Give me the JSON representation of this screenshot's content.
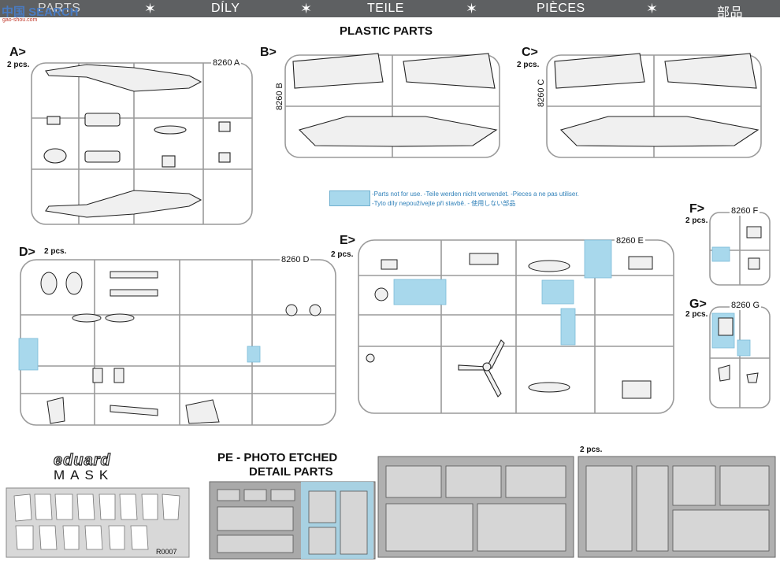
{
  "header": {
    "watermark": "中国 SEARCH",
    "watermark_url": "gao-shou.com",
    "languages": [
      "PARTS",
      "DÍLY",
      "TEILE",
      "PIÈCES",
      "部品"
    ]
  },
  "plastic_title": "PLASTIC PARTS",
  "sprues": {
    "A": {
      "letter": "A>",
      "count": "2 pcs.",
      "code": "8260 A"
    },
    "B": {
      "letter": "B>",
      "code": "8260 B"
    },
    "C": {
      "letter": "C>",
      "count": "2 pcs.",
      "code": "8260 C"
    },
    "D": {
      "letter": "D>",
      "count": "2 pcs.",
      "code": "8260 D"
    },
    "E": {
      "letter": "E>",
      "count": "2 pcs.",
      "code": "8260 E"
    },
    "F": {
      "letter": "F>",
      "count": "2 pcs.",
      "code": "8260 F"
    },
    "G": {
      "letter": "G>",
      "count": "2 pcs.",
      "code": "8260 G"
    }
  },
  "legend": {
    "line1": "-Parts not for use. -Teile werden nicht verwendet. -Pieces a ne pas utiliser.",
    "line2": "-Tyto díly nepoužívejte při stavbě. -  使用しない部品"
  },
  "mask": {
    "brand": "eduard",
    "word": "MASK",
    "code": "R0007"
  },
  "pe": {
    "title_line1": "PE - PHOTO ETCHED",
    "title_line2": "DETAIL PARTS",
    "count": "2 pcs."
  },
  "colors": {
    "highlight": "#a8d8ec",
    "header_bg": "#5e6062",
    "legend_text": "#2d7fb8"
  }
}
